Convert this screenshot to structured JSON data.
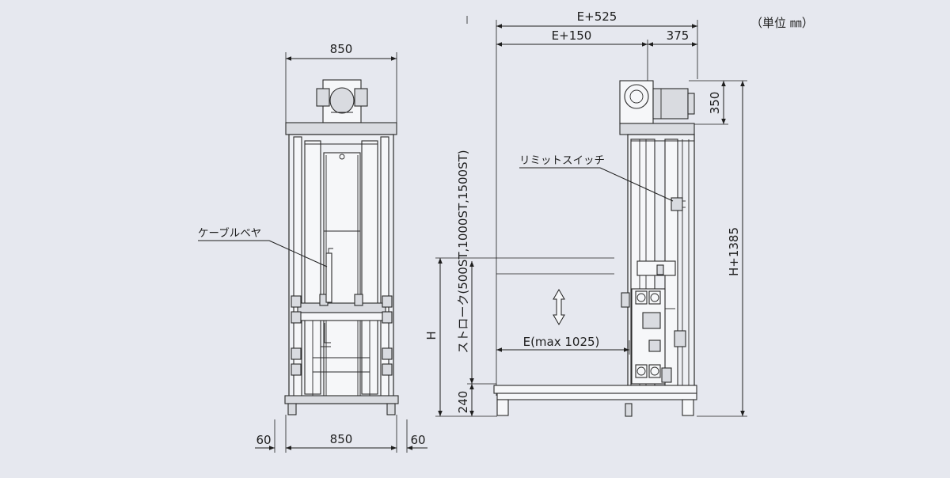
{
  "unit_label": "（単位 ㎜）",
  "front_view": {
    "top_width": "850",
    "bottom_width": "850",
    "side_left": "60",
    "side_right": "60",
    "callout_cable": "ケーブルベヤ"
  },
  "side_view": {
    "total_width": "E+525",
    "width_e150": "E+150",
    "width_375": "375",
    "motor_height": "350",
    "total_height": "H+1385",
    "stroke": "ストローク(500ST,1000ST,1500ST)",
    "height_h": "H",
    "base_240": "240",
    "e_range": "E(max 1025)",
    "callout_limit": "リミットスイッチ"
  },
  "colors": {
    "background": "#e6e8ef",
    "line": "#1e1e1e",
    "fill": "#eef0f4"
  }
}
